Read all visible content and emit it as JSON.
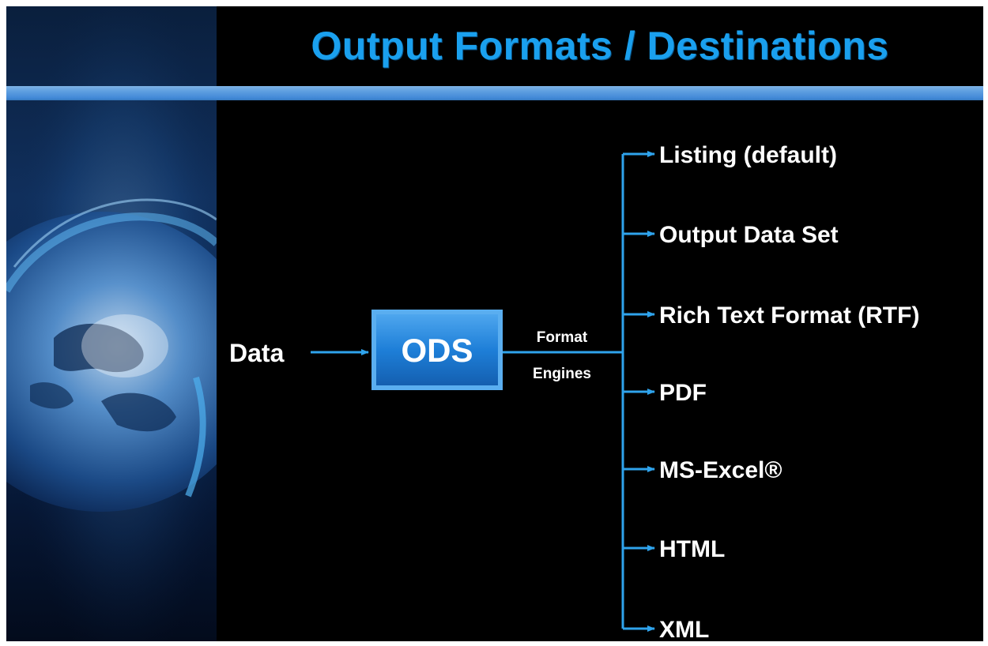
{
  "title": "Output Formats / Destinations",
  "input_label": "Data",
  "ods_label": "ODS",
  "engine_label_1": "Format",
  "engine_label_2": "Engines",
  "outputs": [
    "Listing (default)",
    "Output Data Set",
    "Rich Text Format (RTF)",
    "PDF",
    "MS-Excel®",
    "HTML",
    "XML"
  ],
  "colors": {
    "background": "#000000",
    "title": "#1aa0ee",
    "connector": "#2fa3ec",
    "ods_box": "#1e7fd8",
    "text": "#ffffff"
  },
  "icons": {
    "left_panel": "globe-image"
  }
}
